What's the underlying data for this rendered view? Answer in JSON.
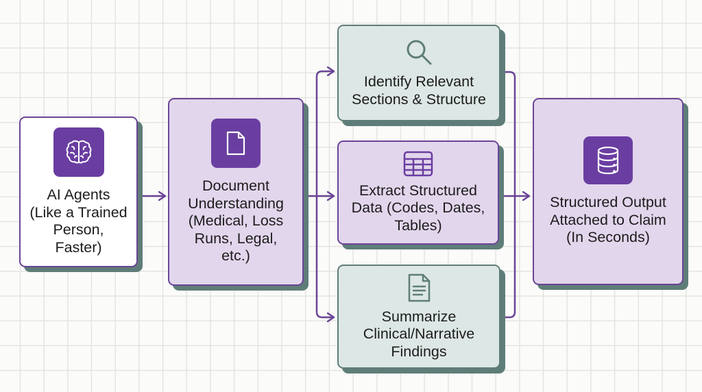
{
  "diagram": {
    "nodes": [
      {
        "id": "ai-agents",
        "label": "AI Agents\n(Like a Trained\nPerson,\nFaster)",
        "icon": "brain-icon"
      },
      {
        "id": "document-understanding",
        "label": "Document\nUnderstanding\n(Medical, Loss\nRuns, Legal,\netc.)",
        "icon": "document-icon"
      },
      {
        "id": "identify-sections",
        "label": "Identify Relevant\nSections & Structure",
        "icon": "magnifier-icon"
      },
      {
        "id": "extract-data",
        "label": "Extract Structured\nData (Codes, Dates,\nTables)",
        "icon": "table-icon"
      },
      {
        "id": "summarize-findings",
        "label": "Summarize\nClinical/Narrative\nFindings",
        "icon": "text-document-icon"
      },
      {
        "id": "structured-output",
        "label": "Structured Output\nAttached to Claim\n(In Seconds)",
        "icon": "database-icon"
      }
    ],
    "edges": [
      {
        "from": "ai-agents",
        "to": "document-understanding"
      },
      {
        "from": "document-understanding",
        "to": "identify-sections"
      },
      {
        "from": "document-understanding",
        "to": "extract-data"
      },
      {
        "from": "document-understanding",
        "to": "summarize-findings"
      },
      {
        "from": "identify-sections",
        "to": "structured-output"
      },
      {
        "from": "extract-data",
        "to": "structured-output"
      },
      {
        "from": "summarize-findings",
        "to": "structured-output"
      }
    ],
    "colors": {
      "accent_purple": "#6a3ea1",
      "node_purple": "#e2d6ec",
      "node_teal": "#dde7e5",
      "shadow_teal": "#5f7d78",
      "connector": "#6a4596"
    }
  }
}
